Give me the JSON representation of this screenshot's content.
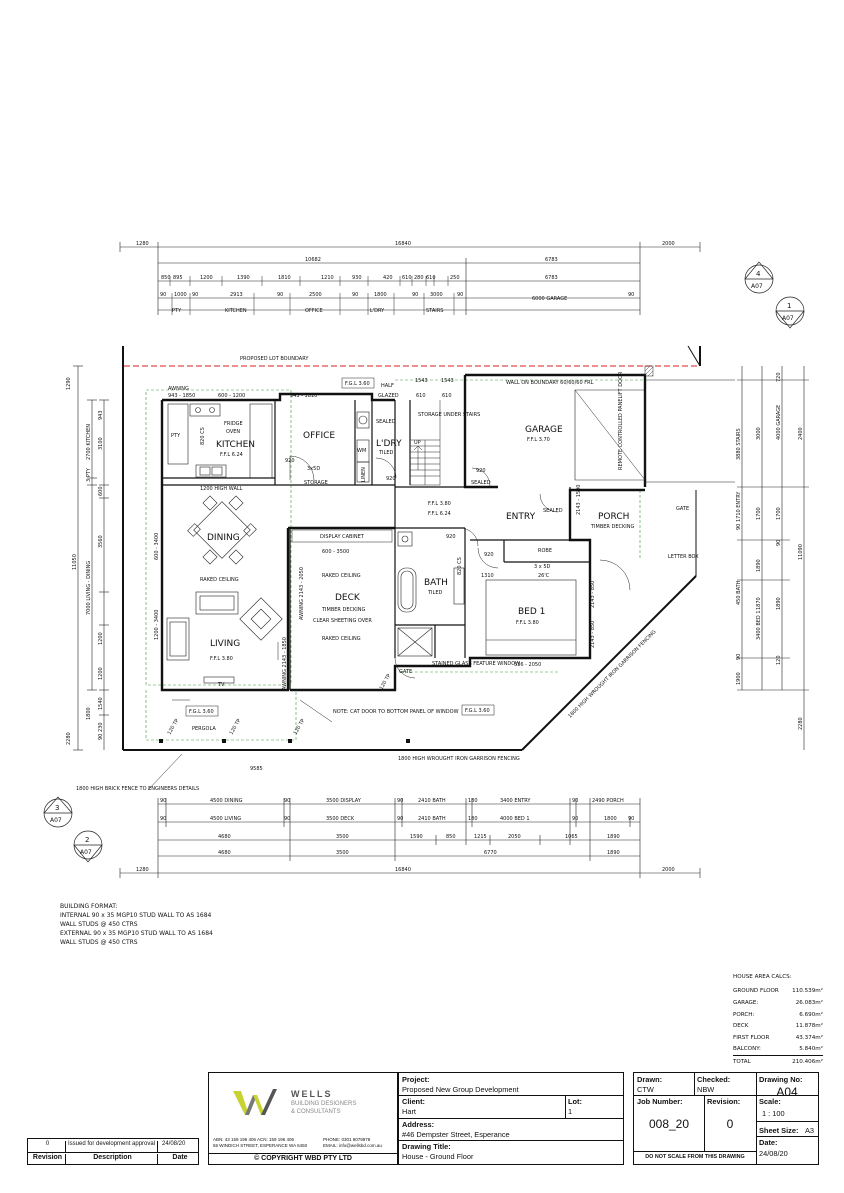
{
  "plan": {
    "overall": {
      "top": [
        "1280",
        "16840",
        "2000"
      ],
      "bottom": [
        "1280",
        "16840",
        "2000"
      ]
    },
    "top_chains": {
      "row1": [
        "10682",
        "6783"
      ],
      "row2": [
        "850",
        "895",
        "1200",
        "1390",
        "1810",
        "1210",
        "930",
        "420",
        "610",
        "280",
        "610",
        "250",
        "6783"
      ],
      "row3": [
        "90",
        "1000",
        "90",
        "2913",
        "90",
        "2500",
        "90",
        "1800",
        "90",
        "3000",
        "90",
        "6000 GARAGE",
        "90"
      ],
      "row4": [
        "PTY",
        "KITCHEN",
        "OFFICE",
        "L'DRY",
        "STAIRS"
      ]
    },
    "bottom_chains": {
      "row1": [
        "90",
        "4500 DINING",
        "90",
        "3500 DISPLAY",
        "90",
        "2410 BATH",
        "180",
        "3400 ENTRY",
        "90",
        "2490 PORCH"
      ],
      "row2": [
        "90",
        "4500 LIVING",
        "90",
        "3500 DECK",
        "90",
        "2410 BATH",
        "180",
        "4000 BED 1",
        "90",
        "1800",
        "90"
      ],
      "row3": [
        "4680",
        "3500",
        "1590",
        "850",
        "1215",
        "2050",
        "1065",
        "1890"
      ],
      "row4": [
        "4680",
        "3500",
        "6770",
        "1890"
      ]
    },
    "left_dims": {
      "outer": "11050",
      "chain_a": [
        "2700 KITCHEN",
        "3 PTY",
        "7000 LIVING - DINING",
        "1800"
      ],
      "chain_b": [
        "943",
        "3100",
        "600",
        "3560",
        "1200",
        "1540",
        "2280"
      ],
      "top_small": [
        "1290",
        "90",
        "230",
        "1200"
      ]
    },
    "right_dims": {
      "outer": "11090",
      "c1": [
        "720",
        "4000 GARAGE",
        "1700",
        "90",
        "1890",
        "120",
        "2280"
      ],
      "c2": [
        "3880 STAIRS",
        "90 1710 ENTRY",
        "450 BATH",
        "3400 BED 1",
        "90",
        "1900"
      ],
      "c3": [
        "3000",
        "1700",
        "1890",
        "1870",
        "2400"
      ]
    },
    "labels": {
      "boundary": "PROPOSED LOT BOUNDARY",
      "fgl1": "F.G.L 3.60",
      "fgl2": "F.G.L 3.60",
      "fgl3": "F.G.L 3.60",
      "awning": "AWNING",
      "awning_dim": "943 - 1850",
      "kitchen_win": "600 - 1200",
      "office_win": "943 - 1810",
      "half": "HALF",
      "glazed": "GLAZED",
      "dim_1543a": "1543",
      "dim_1543b": "1543",
      "dim_610a": "610",
      "dim_610b": "610",
      "wall_boundary": "WALL ON BOUNDARY 60/60/60 FRL",
      "garage": "GARAGE",
      "garage_ffl": "F.F.L 3.70",
      "remote_door": "REMOTE CONTROLLED PANELIFT DOOR",
      "pty": "PTY",
      "kitchen": "KITCHEN",
      "kitchen_ffl": "F.F.L 6.24",
      "fridge": "FRIDGE",
      "oven": "OVEN",
      "cs": "820 CS",
      "high_wall": "1200 HIGH WALL",
      "office": "OFFICE",
      "office_door": "920",
      "office_sd": "3x5D",
      "storage": "STORAGE",
      "laundry": "L'DRY",
      "laundry_tiled": "TILED",
      "sealed": "SEALED",
      "wm": "WM",
      "linen": "LINEN",
      "stair_storage": "STORAGE UNDER STAIRS",
      "up": "UP",
      "stair_920a": "920",
      "stair_920b": "920",
      "sealed2": "SEALED",
      "ffl_380": "F.F.L 3.80",
      "ffl_624": "F.F.L 6.24",
      "entry": "ENTRY",
      "sealed3": "SEALED",
      "porch": "PORCH",
      "porch_decking": "TIMBER DECKING",
      "porch_win": "2143 - 1500",
      "gate": "GATE",
      "letter_box": "LETTER BOX",
      "dining": "DINING",
      "raked1": "RAKED CEILING",
      "living": "LIVING",
      "living_ffl": "F.F.L 3.80",
      "tv": "TV",
      "pergola": "PERGOLA",
      "living_win_a": "600 - 3400",
      "living_win_b": "1200 - 3400",
      "display": "DISPLAY CABINET",
      "display_dim": "600 - 3500",
      "raked2": "RAKED CEILING",
      "deck": "DECK",
      "deck1": "TIMBER DECKING",
      "deck2": "CLEAR SHEETING OVER",
      "raked3": "RAKED CEILING",
      "deck_awning": "AWNING 2143 - 2050",
      "deck_awning2": "AWNING 2143 - 1850",
      "bath": "BATH",
      "bath_tiled": "TILED",
      "bath_cs": "820 CS",
      "robe": "ROBE",
      "bed_sd": "3 x 5D",
      "bed_d26": "26'C",
      "bed1": "BED 1",
      "bed1_ffl": "F.F.L 3.80",
      "bed_win": "2143 - 850",
      "bed_win2": "2143 - 850",
      "bed_bot_win": "536 - 2050",
      "stained": "STAINED GLASS FEATURE WINDOW",
      "gate2": "GATE",
      "note_door": "NOTE: CAT DOOR TO BOTTOM PANEL OF WINDOW",
      "fence_right": "1800 HIGH WROUGHT IRON GARRISON FENCING",
      "fence_bottom": "1800 HIGH WROUGHT IRON GARRISON FENCING",
      "brick_fence": "1800 HIGH BRICK FENCE TO ENGINEERS DETAILS",
      "dim_9585": "9585",
      "dim_1310": "1310",
      "dim_920c": "920",
      "dim_920d": "920",
      "tp1": "120 TP",
      "tp2": "120 TP",
      "tp3": "120 TP",
      "tp4": "120 TP"
    },
    "sections": [
      {
        "num": "4",
        "ref": "A07"
      },
      {
        "num": "1",
        "ref": "A07"
      },
      {
        "num": "3",
        "ref": "A07"
      },
      {
        "num": "2",
        "ref": "A07"
      }
    ]
  },
  "building_format": [
    "BUILDING FORMAT:",
    "INTERNAL 90 x 35 MGP10 STUD WALL TO AS 1684",
    "WALL STUDS @ 450 CTRS",
    "EXTERNAL 90 x 35 MGP10 STUD WALL TO AS 1684",
    "WALL STUDS @ 450 CTRS"
  ],
  "area_calcs": {
    "title": "HOUSE AREA CALCS:",
    "rows": [
      {
        "label": "GROUND FLOOR",
        "value": "110.539m²"
      },
      {
        "label": "GARAGE:",
        "value": "26.083m²"
      },
      {
        "label": "PORCH:",
        "value": "6.690m²"
      },
      {
        "label": "DECK",
        "value": "11.878m²"
      },
      {
        "label": "FIRST FLOOR",
        "value": "43.374m²"
      },
      {
        "label": "BALCONY:",
        "value": "5.840m²"
      },
      {
        "label": "TOTAL",
        "value": "210.406m²"
      }
    ]
  },
  "title_block": {
    "revision": {
      "num": "0",
      "desc": "Issued for development approval",
      "date": "24/08/20"
    },
    "rev_headers": {
      "revision": "Revision",
      "description": "Description",
      "date": "Date"
    },
    "company": {
      "name": "WELLS",
      "sub1": "BUILDING DESIGNERS",
      "sub2": "& CONSULTANTS",
      "abn": "ABN: 43 159 196 406  ACN: 159 196 406",
      "address": "65 WINDICH STREET, ESPERANCE WA 6450",
      "phone": "PHONE: 0301 9079978",
      "email": "EMAIL: info@wellsbd.com.au",
      "copyright": "© COPYRIGHT WBD PTY LTD"
    },
    "project_label": "Project:",
    "project": "Proposed New Group Development",
    "client_label": "Client:",
    "client": "Hart",
    "lot_label": "Lot:",
    "lot": "1",
    "address_label": "Address:",
    "address": "#46 Dempster Street, Esperance",
    "title_label": "Drawing Title:",
    "title": "House - Ground Floor",
    "drawn_label": "Drawn:",
    "drawn": "CTW",
    "checked_label": "Checked:",
    "checked": "NBW",
    "drawing_no_label": "Drawing No:",
    "drawing_no": "A04",
    "job_label": "Job Number:",
    "job": "008_20",
    "rev_label": "Revision:",
    "rev": "0",
    "scale_label": "Scale:",
    "scale": "1 : 100",
    "sheet_label": "Sheet Size:",
    "sheet": "A3",
    "date_label": "Date:",
    "date": "24/08/20",
    "dns": "DO NOT SCALE FROM THIS DRAWING"
  }
}
